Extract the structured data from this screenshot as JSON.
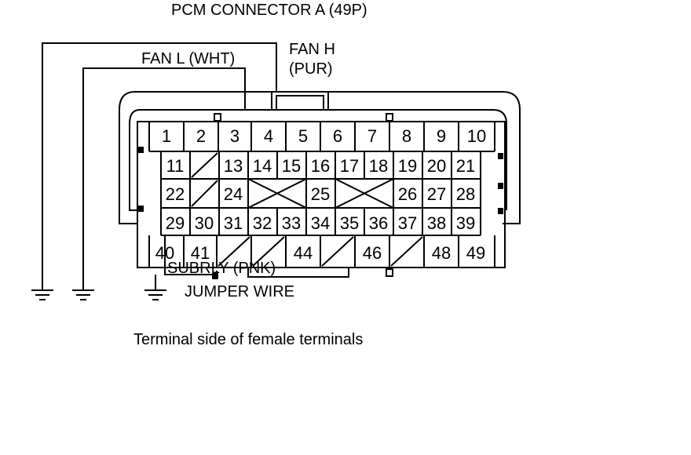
{
  "title": "PCM CONNECTOR A (49P)",
  "fan_h": {
    "line1": "FAN H",
    "line2": "(PUR)"
  },
  "fan_l": "FAN L (WHT)",
  "subrly": "SUBRLY (PNK)",
  "jumper": "JUMPER WIRE",
  "caption": "Terminal side of female terminals",
  "terminals": {
    "row1": [
      "1",
      "2",
      "3",
      "4",
      "5",
      "6",
      "7",
      "8",
      "9",
      "10"
    ],
    "row2": [
      "11",
      "",
      "13",
      "14",
      "15",
      "16",
      "17",
      "18",
      "19",
      "20",
      "21"
    ],
    "row3": [
      "22",
      "",
      "24",
      "",
      "25",
      "",
      "26",
      "27",
      "28"
    ],
    "row4": [
      "29",
      "30",
      "31",
      "32",
      "33",
      "34",
      "35",
      "36",
      "37",
      "38",
      "39"
    ],
    "row5": [
      "40",
      "41",
      "",
      "",
      "44",
      "",
      "46",
      "",
      "48",
      "49"
    ]
  },
  "colors": {
    "line": "#000000",
    "background": "#ffffff"
  }
}
